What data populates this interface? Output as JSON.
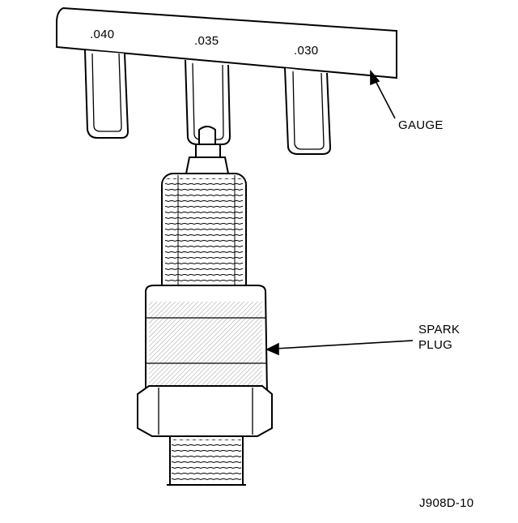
{
  "gauge": {
    "label": "GAUGE",
    "sizes": [
      ".040",
      ".035",
      ".030"
    ]
  },
  "spark_plug": {
    "label_line1": "SPARK",
    "label_line2": "PLUG"
  },
  "figure_id": "J908D-10",
  "colors": {
    "ink": "#000000",
    "paper": "#ffffff"
  }
}
